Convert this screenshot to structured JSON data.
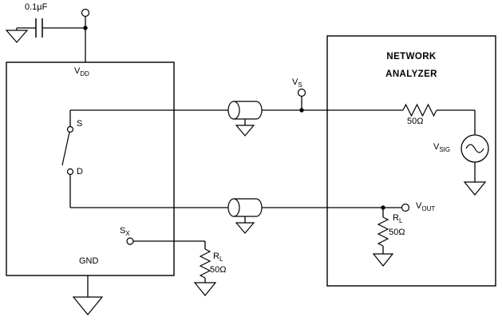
{
  "diagram": {
    "capacitor_value": "0.1µF",
    "vdd": {
      "base": "V",
      "sub": "DD"
    },
    "switch_source": "S",
    "switch_drain": "D",
    "sx": {
      "base": "S",
      "sub": "X"
    },
    "gnd": "GND",
    "sx_resistor": {
      "name": {
        "base": "R",
        "sub": "L"
      },
      "value": "50Ω"
    },
    "vs": {
      "base": "V",
      "sub": "S"
    },
    "analyzer_title": {
      "line1": "NETWORK",
      "line2": "ANALYZER"
    },
    "series_resistor_value": "50Ω",
    "vsig": {
      "base": "V",
      "sub": "SIG"
    },
    "vout": {
      "base": "V",
      "sub": "OUT"
    },
    "load_resistor": {
      "name": {
        "base": "R",
        "sub": "L"
      },
      "value": "50Ω"
    }
  }
}
